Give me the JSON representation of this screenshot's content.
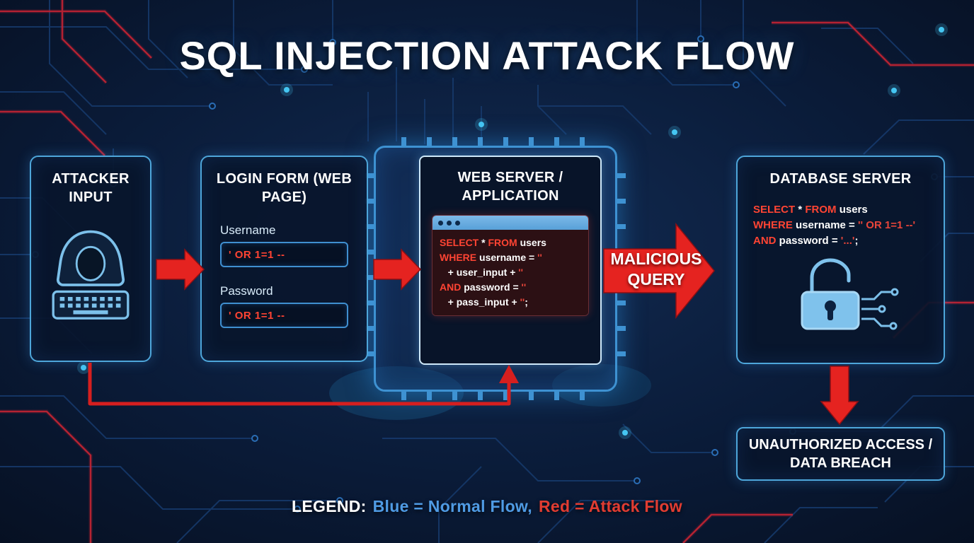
{
  "title": "SQL INJECTION ATTACK FLOW",
  "nodes": {
    "attacker": {
      "title": "ATTACKER INPUT"
    },
    "login_form": {
      "title": "LOGIN FORM (WEB PAGE)",
      "username_label": "Username",
      "username_value": "' OR 1=1 --",
      "password_label": "Password",
      "password_value": "' OR 1=1 --"
    },
    "web_server": {
      "title": "WEB SERVER / APPLICATION",
      "code": [
        [
          {
            "t": "SELECT",
            "c": "kw"
          },
          {
            "t": " * ",
            "c": "w"
          },
          {
            "t": "FROM",
            "c": "kw"
          },
          {
            "t": " users",
            "c": "w"
          }
        ],
        [
          {
            "t": "WHERE",
            "c": "kw"
          },
          {
            "t": " username = ",
            "c": "w"
          },
          {
            "t": "''",
            "c": "str"
          }
        ],
        [
          {
            "t": "   + user_input + ",
            "c": "w"
          },
          {
            "t": "''",
            "c": "str"
          }
        ],
        [
          {
            "t": "AND",
            "c": "kw"
          },
          {
            "t": " password = ",
            "c": "w"
          },
          {
            "t": "''",
            "c": "str"
          }
        ],
        [
          {
            "t": "   + pass_input + ",
            "c": "w"
          },
          {
            "t": "''",
            "c": "str"
          },
          {
            "t": ";",
            "c": "w"
          }
        ]
      ]
    },
    "database": {
      "title": "DATABASE SERVER",
      "code": [
        [
          {
            "t": "SELECT",
            "c": "kw"
          },
          {
            "t": " * ",
            "c": "w"
          },
          {
            "t": "FROM",
            "c": "kw"
          },
          {
            "t": " users",
            "c": "w"
          }
        ],
        [
          {
            "t": "WHERE",
            "c": "kw"
          },
          {
            "t": " username = ",
            "c": "w"
          },
          {
            "t": "'' OR 1=1 --'",
            "c": "str"
          }
        ],
        [
          {
            "t": "AND",
            "c": "kw"
          },
          {
            "t": " password = ",
            "c": "w"
          },
          {
            "t": "'...'",
            "c": "str"
          },
          {
            "t": ";",
            "c": "w"
          }
        ]
      ]
    },
    "breach": {
      "title": "UNAUTHORIZED ACCESS / DATA BREACH"
    }
  },
  "labels": {
    "malicious_query": "MALICIOUS QUERY"
  },
  "legend": {
    "prefix": "LEGEND:",
    "blue_text": "Blue = Normal Flow",
    "separator": ",",
    "red_text": "Red = Attack Flow"
  },
  "icons": {
    "attacker": "hooded-hacker-with-keyboard-icon",
    "browser": "browser-window-with-dots-icon",
    "database": "open-padlock-with-circuit-icon"
  },
  "colors": {
    "background": "#081528",
    "box_border": "#4ea6da",
    "attack_red": "#e52320",
    "keyword_red": "#ff4433",
    "normal_blue": "#4f9be4",
    "chip_blue": "#3e92d2"
  }
}
